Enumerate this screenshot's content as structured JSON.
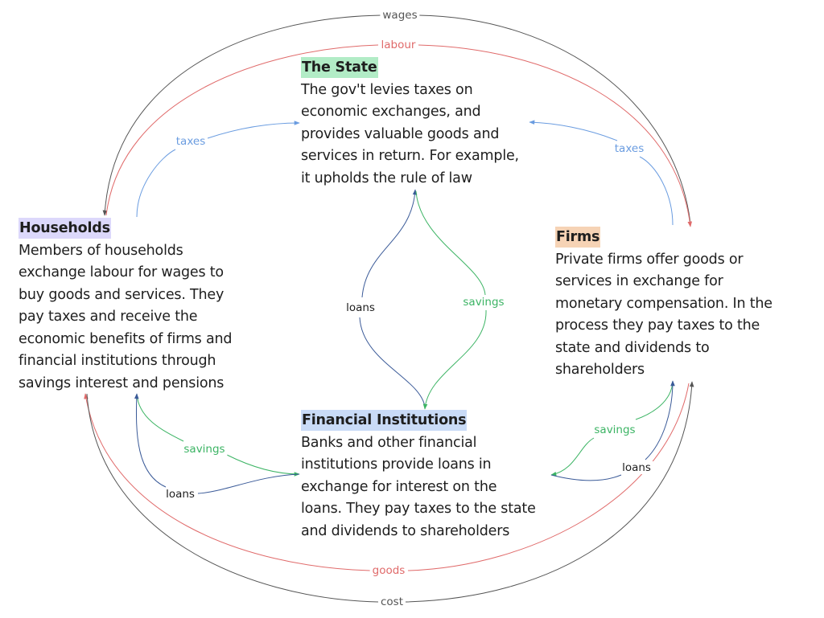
{
  "colors": {
    "state_highlight": "#b2ecc6",
    "households_highlight": "#dcd8fb",
    "firms_highlight": "#f6d3b5",
    "financial_highlight": "#c9dbf7",
    "money_edge": "#555555",
    "goods_edge": "#e06a6a",
    "taxes_edge": "#6a9ce0",
    "loans_edge": "#3a5a98",
    "savings_edge": "#3cb464"
  },
  "nodes": {
    "state": {
      "title": "The State",
      "body": "The gov't levies taxes on\neconomic exchanges, and\nprovides valuable goods and\nservices in return. For example,\nit upholds the rule of law"
    },
    "households": {
      "title": "Households",
      "body": "Members of households\nexchange labour for wages to\nbuy goods and services. They\npay taxes and receive the\neconomic benefits of firms and\nfinancial institutions through\nsavings interest and pensions"
    },
    "firms": {
      "title": "Firms",
      "body": "Private firms offer goods or\nservices in exchange for\nmonetary compensation. In the\nprocess they pay taxes to the\nstate and dividends to\nshareholders"
    },
    "financial": {
      "title": "Financial Institutions",
      "body": "Banks and other financial\ninstitutions provide loans in\nexchange for interest on the\nloans. They pay taxes to the state\nand dividends to shareholders"
    }
  },
  "edges": [
    {
      "id": "wages",
      "label": "wages",
      "from": "Firms",
      "to": "Households",
      "kind": "money"
    },
    {
      "id": "labour",
      "label": "labour",
      "from": "Households",
      "to": "Firms",
      "kind": "goods"
    },
    {
      "id": "taxes-households",
      "label": "taxes",
      "from": "Households",
      "to": "The State",
      "kind": "taxes"
    },
    {
      "id": "taxes-firms",
      "label": "taxes",
      "from": "Firms",
      "to": "The State",
      "kind": "taxes"
    },
    {
      "id": "loans-state",
      "label": "loans",
      "from": "Financial Institutions",
      "to": "The State",
      "kind": "loans"
    },
    {
      "id": "savings-state",
      "label": "savings",
      "from": "The State",
      "to": "Financial Institutions",
      "kind": "savings"
    },
    {
      "id": "savings-households",
      "label": "savings",
      "from": "Households",
      "to": "Financial Institutions",
      "kind": "savings"
    },
    {
      "id": "loans-households",
      "label": "loans",
      "from": "Financial Institutions",
      "to": "Households",
      "kind": "loans"
    },
    {
      "id": "savings-firms",
      "label": "savings",
      "from": "Firms",
      "to": "Financial Institutions",
      "kind": "savings"
    },
    {
      "id": "loans-firms",
      "label": "loans",
      "from": "Financial Institutions",
      "to": "Firms",
      "kind": "loans"
    },
    {
      "id": "goods",
      "label": "goods",
      "from": "Firms",
      "to": "Households",
      "kind": "goods"
    },
    {
      "id": "cost",
      "label": "cost",
      "from": "Households",
      "to": "Firms",
      "kind": "money"
    }
  ]
}
